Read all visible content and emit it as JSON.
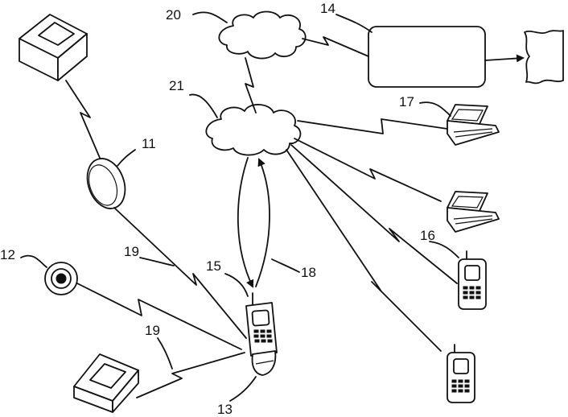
{
  "labels": {
    "l11": "11",
    "l12": "12",
    "l13": "13",
    "l14": "14",
    "l15": "15",
    "l16": "16",
    "l17": "17",
    "l18": "18",
    "l19a": "19",
    "l19b": "19",
    "l20": "20",
    "l21": "21"
  }
}
